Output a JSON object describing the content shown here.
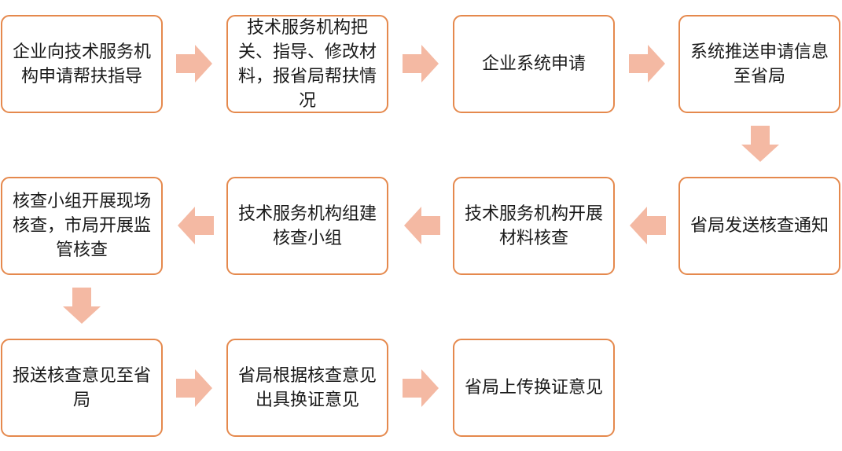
{
  "flow": {
    "step1": "企业向技术服务机构申请帮扶指导",
    "step2": "技术服务机构把关、指导、修改材料，报省局帮扶情况",
    "step3": "企业系统申请",
    "step4": "系统推送申请信息至省局",
    "step5": "省局发送核查通知",
    "step6": "技术服务机构开展材料核查",
    "step7": "技术服务机构组建核查小组",
    "step8": "核查小组开展现场核查，市局开展监管核查",
    "step9": "报送核查意见至省局",
    "step10": "省局根据核查意见出具换证意见",
    "step11": "省局上传换证意见"
  },
  "colors": {
    "box_border": "#e5894d",
    "arrow_fill": "#f4b9a3"
  }
}
